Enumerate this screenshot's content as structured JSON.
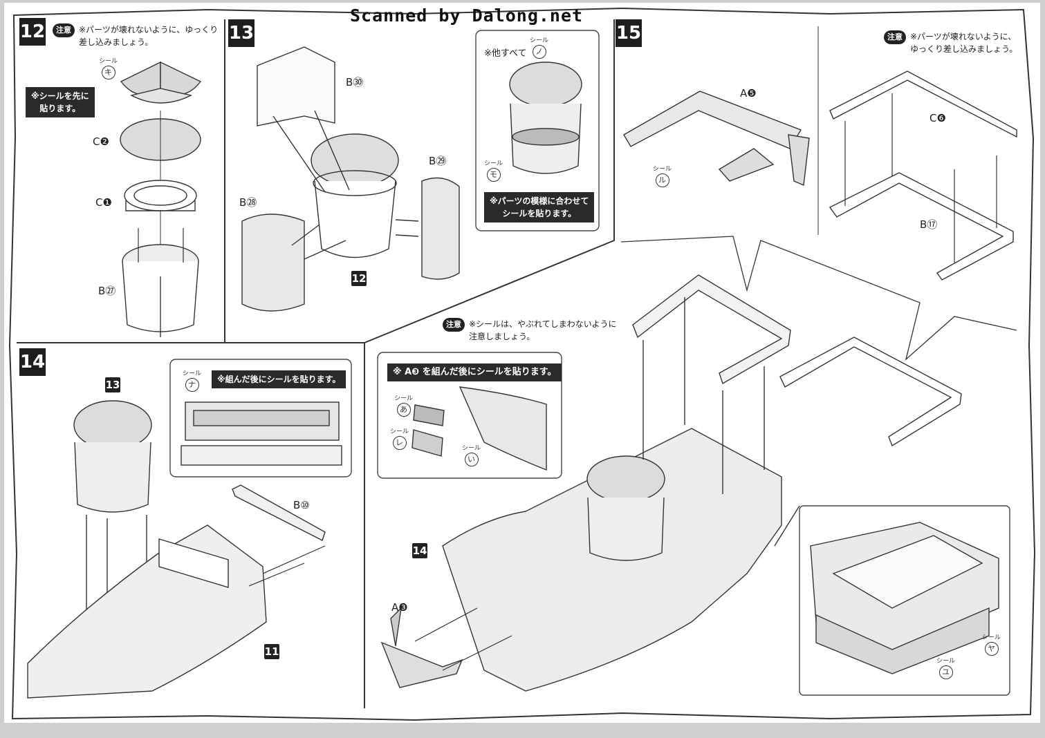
{
  "watermark": "Scanned by Dalong.net",
  "steps": {
    "s12": {
      "number": "12",
      "caution_badge": "注意",
      "caution_text": "※パーツが壊れないように、ゆっくり\n差し込みましょう。",
      "seal_label": "シール",
      "seal_glyph": "キ",
      "note": "※シールを先に\n貼ります。",
      "parts": [
        "C❷",
        "C❶",
        "B㉗"
      ]
    },
    "s13": {
      "number": "13",
      "parts": [
        "B㉚",
        "B㉙",
        "B㉘"
      ],
      "ref": "12",
      "inset_text": "※他すべて",
      "inset_seal_label": "シール",
      "inset_seal_glyph": "ノ",
      "inset_seal2_label": "シール",
      "inset_seal2_glyph": "モ",
      "note": "※パーツの模様に合わせて\nシールを貼ります。"
    },
    "s14": {
      "number": "14",
      "ref_top": "13",
      "ref_bottom": "11",
      "part": "B⑩",
      "inset_seal_label": "シール",
      "inset_seal_glyph": "ナ",
      "note": "※組んだ後にシールを貼ります。"
    },
    "s15": {
      "number": "15",
      "caution_badge": "注意",
      "caution_text": "※パーツが壊れないように、\nゆっくり差し込みましょう。",
      "parts": [
        "A❺",
        "C❻",
        "B⑰",
        "A❸"
      ],
      "seal_ru_label": "シール",
      "seal_ru_glyph": "ル",
      "ref": "14",
      "caution2_badge": "注意",
      "caution2_text": "※シールは、やぶれてしまわないように\n注意しましょう。",
      "inset_note": "※ A❸ を組んだ後にシールを貼ります。",
      "inset_seals": [
        {
          "label": "シール",
          "glyph": "あ"
        },
        {
          "label": "シール",
          "glyph": "レ"
        },
        {
          "label": "シール",
          "glyph": "い"
        }
      ],
      "detail_seals": [
        {
          "label": "シール",
          "glyph": "ヤ"
        },
        {
          "label": "シール",
          "glyph": "ユ"
        }
      ]
    }
  }
}
